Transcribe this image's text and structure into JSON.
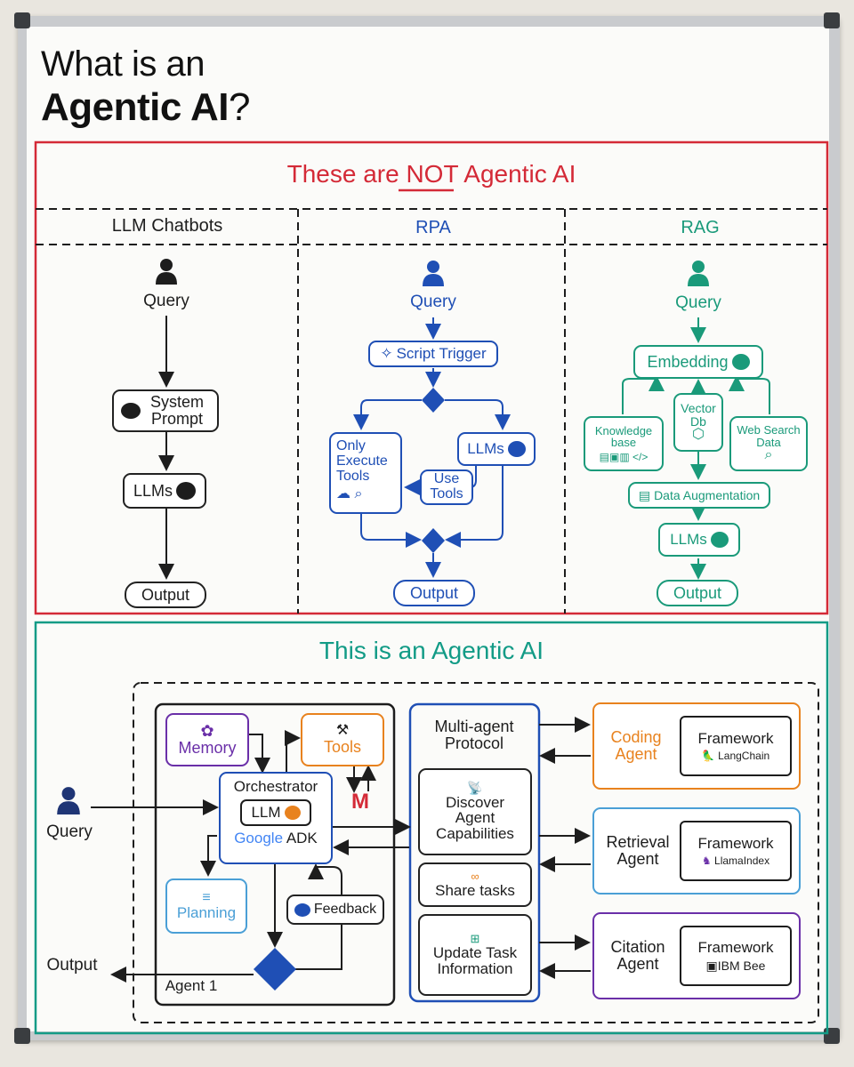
{
  "title": {
    "line1": "What is an",
    "line2_bold": "Agentic AI",
    "line2_suffix": "?"
  },
  "not_section": {
    "heading_prefix": "These are ",
    "heading_not": "NOT",
    "heading_suffix": " Agentic AI",
    "columns": {
      "chatbots": {
        "title": "LLM Chatbots",
        "query": "Query",
        "system_prompt": "System Prompt",
        "llms": "LLMs",
        "output": "Output"
      },
      "rpa": {
        "title": "RPA",
        "query": "Query",
        "script_trigger": "Script Trigger",
        "only_execute_tools": "Only Execute Tools",
        "llms": "LLMs",
        "use_tools": "Use Tools",
        "output": "Output"
      },
      "rag": {
        "title": "RAG",
        "query": "Query",
        "embedding": "Embedding",
        "vector_db": "Vector Db",
        "knowledge_base": "Knowledge base",
        "web_search_data": "Web Search Data",
        "data_augmentation": "Data Augmentation",
        "llms": "LLMs",
        "output": "Output"
      }
    }
  },
  "agentic_section": {
    "heading": "This is an Agentic AI",
    "query": "Query",
    "output": "Output",
    "memory": "Memory",
    "tools": "Tools",
    "orchestrator": "Orchestrator",
    "llm": "LLM",
    "google_adk_google": "Google",
    "google_adk_suffix": " ADK",
    "planning": "Planning",
    "feedback": "Feedback",
    "agent1": "Agent 1",
    "protocol": {
      "title": "Multi-agent Protocol",
      "discover": "Discover Agent Capabilities",
      "share": "Share tasks",
      "update": "Update Task Information"
    },
    "agents": [
      {
        "name": "Coding Agent",
        "framework_label": "Framework",
        "framework_name": "LangChain"
      },
      {
        "name": "Retrieval Agent",
        "framework_label": "Framework",
        "framework_name": "LlamaIndex"
      },
      {
        "name": "Citation Agent",
        "framework_label": "Framework",
        "framework_name": "IBM Bee"
      }
    ]
  },
  "colors": {
    "red": "#d42a37",
    "blue": "#1f4fb5",
    "teal": "#1a9a7a",
    "agentic_teal": "#129b86",
    "orange": "#e8821e",
    "purple": "#6a2fa8",
    "light_blue": "#4a9fd6",
    "navy": "#1f3575",
    "dark": "#1d1d1d"
  }
}
